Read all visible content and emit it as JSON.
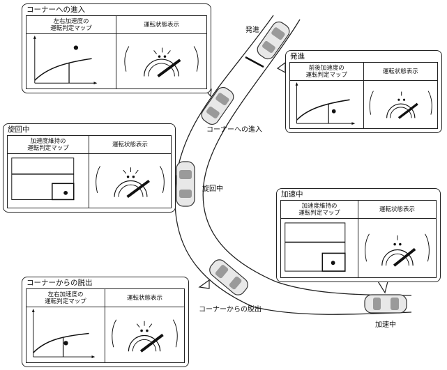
{
  "map_label": "運転判定マップ",
  "display_label": "運転状態表示",
  "callouts": {
    "corner_entry": {
      "title": "コーナーへの進入",
      "map_title_1": "左右加速度の",
      "map_title_2": "運転判定マップ"
    },
    "start": {
      "title": "発進",
      "map_title_1": "前後加速度の",
      "map_title_2": "運転判定マップ"
    },
    "turning": {
      "title": "旋回中",
      "map_title_1": "加速度維持の",
      "map_title_2": "運転判定マップ"
    },
    "acceleration": {
      "title": "加速中",
      "map_title_1": "加速度維持の",
      "map_title_2": "運転判定マップ"
    },
    "corner_exit": {
      "title": "コーナーからの脱出",
      "map_title_1": "左右加速度の",
      "map_title_2": "運転判定マップ"
    }
  },
  "road_labels": {
    "start": "発進",
    "corner_entry": "コーナーへの進入",
    "turning": "旋回中",
    "corner_exit": "コーナーからの脱出",
    "acceleration": "加速中"
  }
}
